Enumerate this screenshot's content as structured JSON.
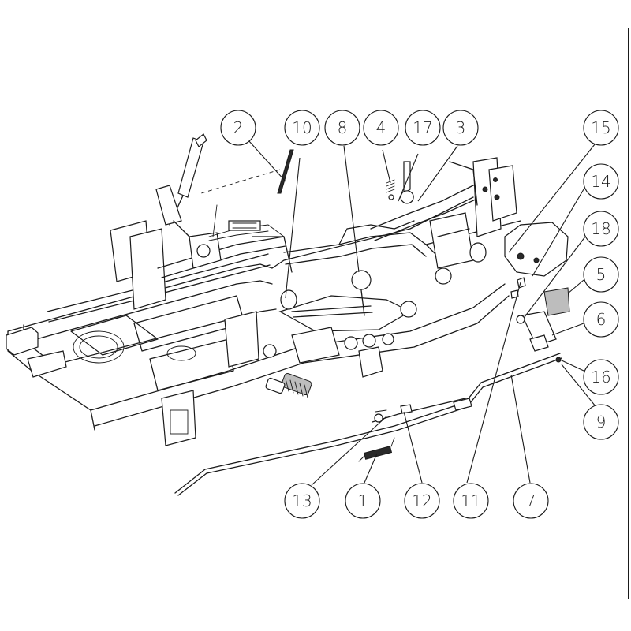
{
  "diagram": {
    "callouts": [
      {
        "id": "2",
        "label": "2"
      },
      {
        "id": "10",
        "label": "10"
      },
      {
        "id": "8",
        "label": "8"
      },
      {
        "id": "4",
        "label": "4"
      },
      {
        "id": "17",
        "label": "17"
      },
      {
        "id": "3",
        "label": "3"
      },
      {
        "id": "15",
        "label": "15"
      },
      {
        "id": "14",
        "label": "14"
      },
      {
        "id": "18",
        "label": "18"
      },
      {
        "id": "5",
        "label": "5"
      },
      {
        "id": "6",
        "label": "6"
      },
      {
        "id": "16",
        "label": "16"
      },
      {
        "id": "9",
        "label": "9"
      },
      {
        "id": "13",
        "label": "13"
      },
      {
        "id": "1",
        "label": "1"
      },
      {
        "id": "12",
        "label": "12"
      },
      {
        "id": "11",
        "label": "11"
      },
      {
        "id": "7",
        "label": "7"
      }
    ]
  }
}
